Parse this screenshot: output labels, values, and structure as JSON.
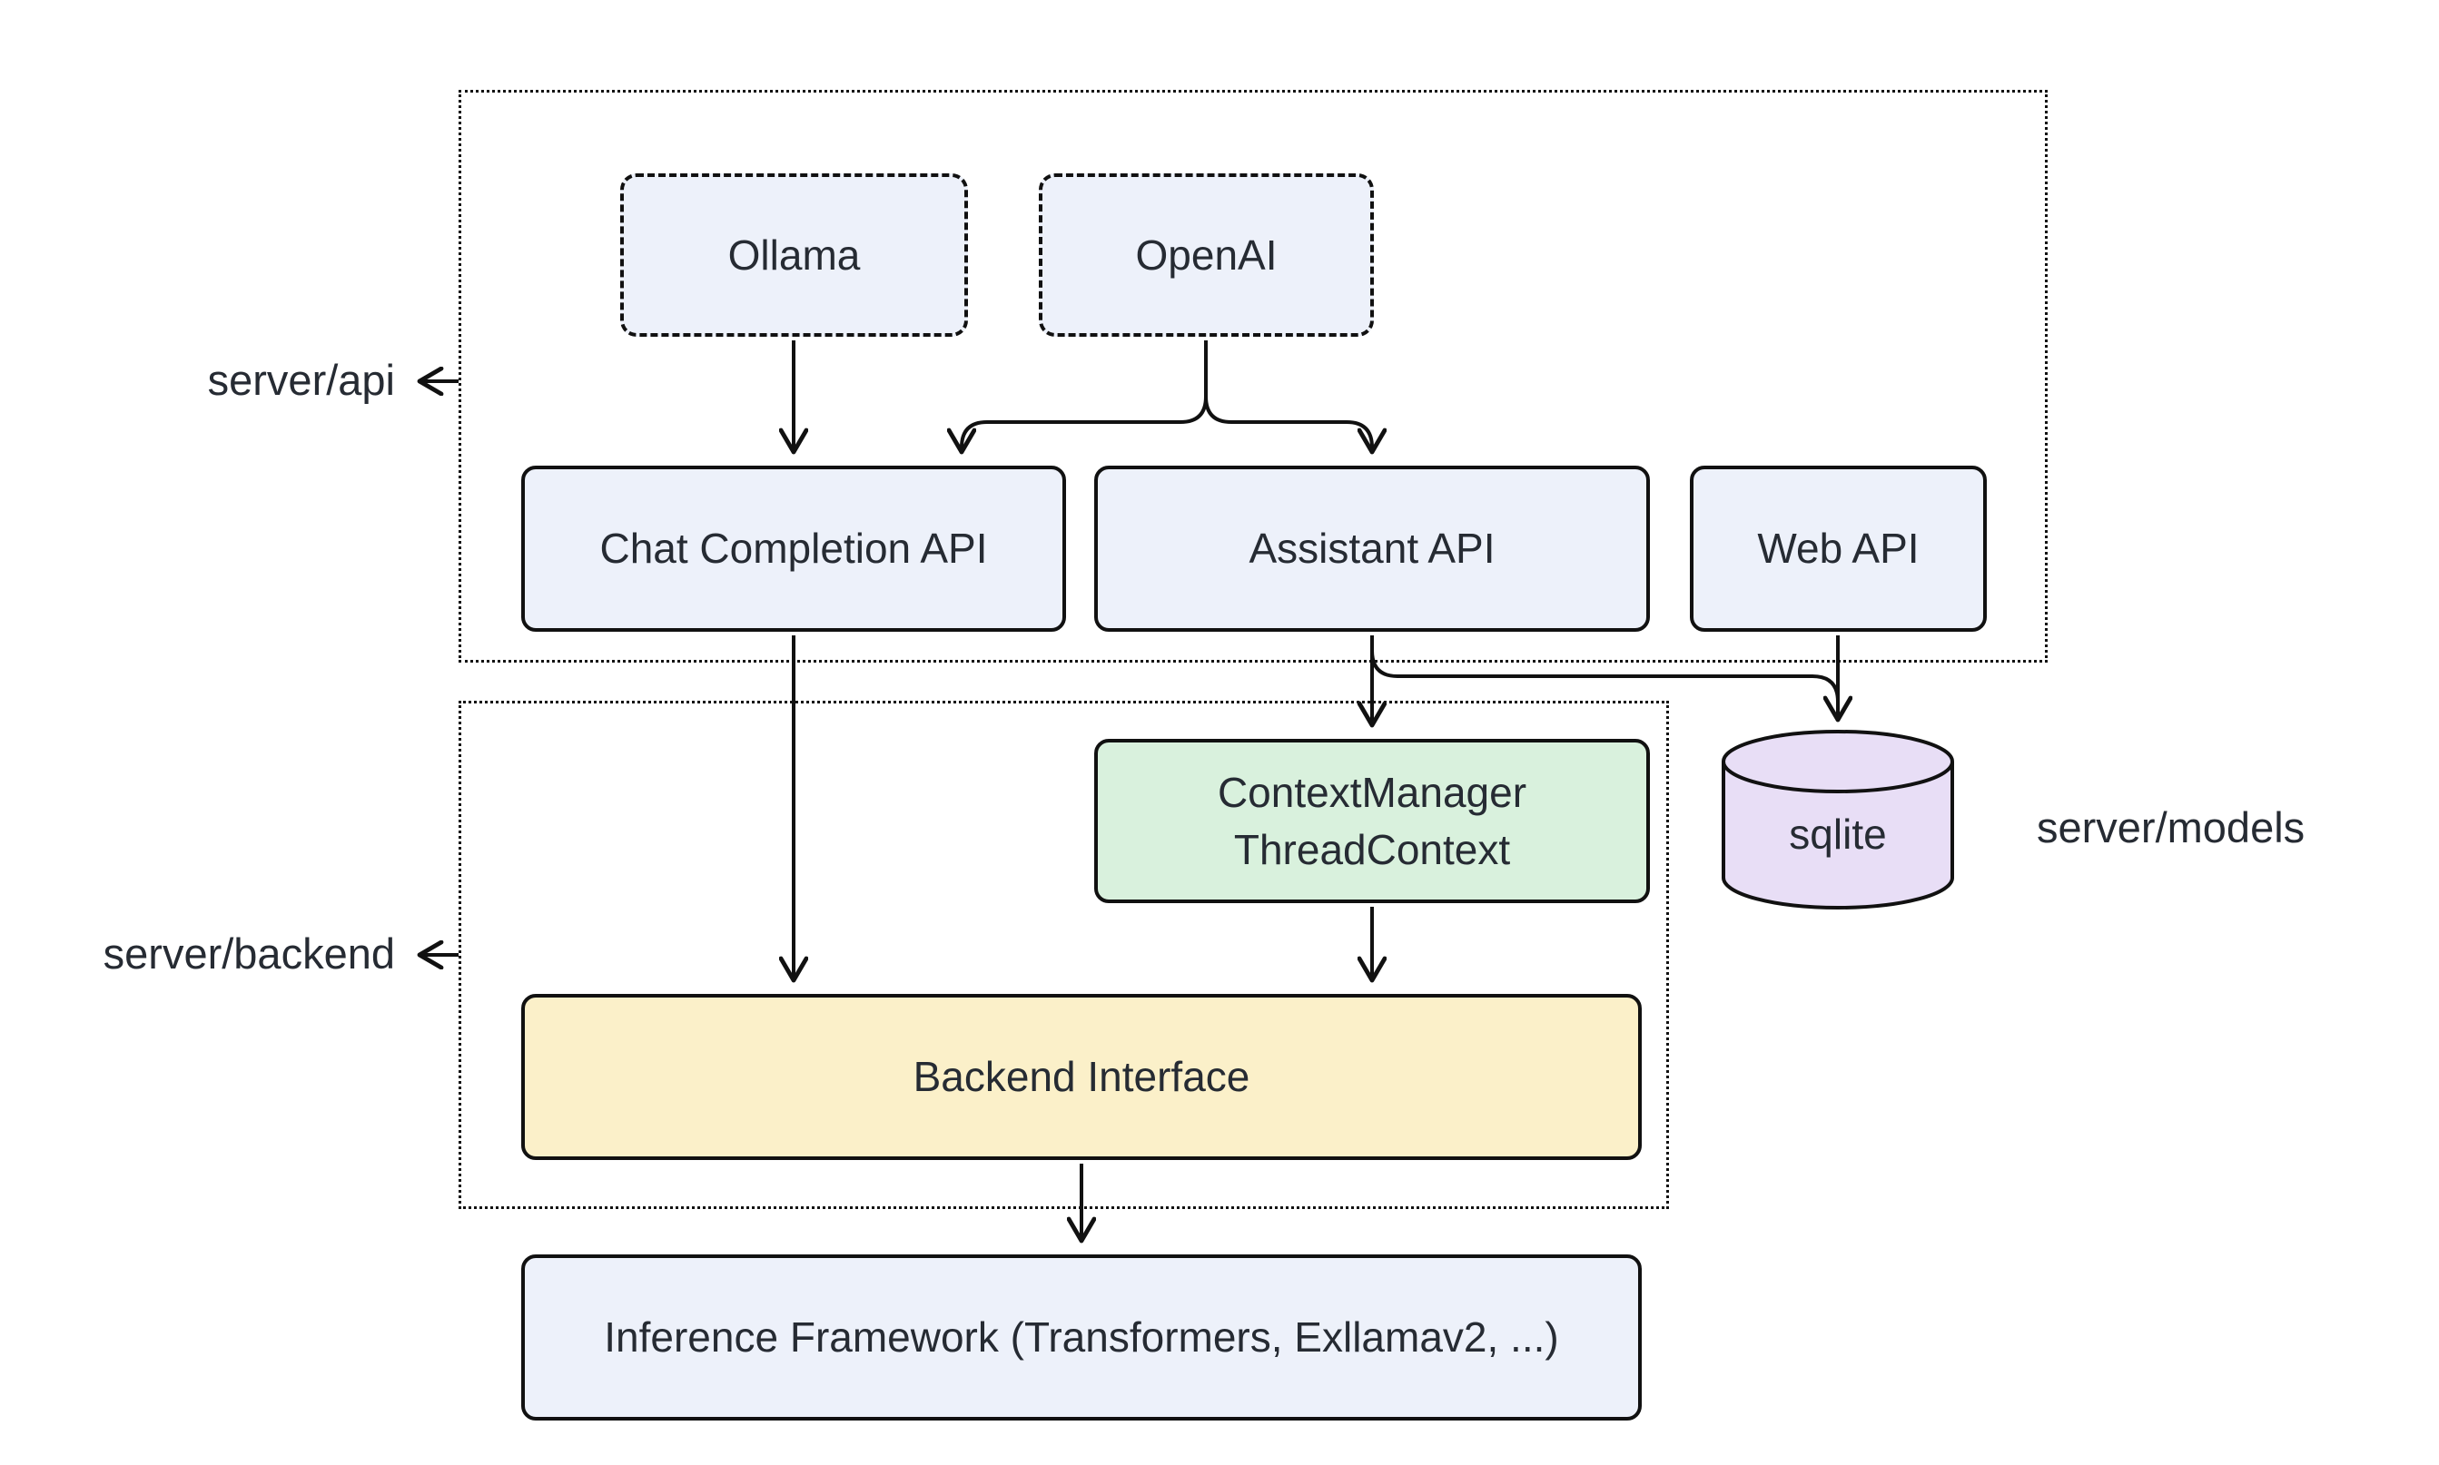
{
  "diagram_type": "architecture",
  "regions": {
    "server_api": {
      "label": "server/api"
    },
    "server_backend": {
      "label": "server/backend"
    },
    "server_models": {
      "label": "server/models"
    }
  },
  "nodes": {
    "ollama": {
      "label": "Ollama"
    },
    "openai": {
      "label": "OpenAI"
    },
    "chat_completion_api": {
      "label": "Chat Completion API"
    },
    "assistant_api": {
      "label": "Assistant API"
    },
    "web_api": {
      "label": "Web API"
    },
    "context_manager": {
      "line1": "ContextManager",
      "line2": "ThreadContext"
    },
    "sqlite": {
      "label": "sqlite"
    },
    "backend_interface": {
      "label": "Backend Interface"
    },
    "inference_framework": {
      "label": "Inference Framework (Transformers, Exllamav2, ...)"
    }
  },
  "edges": [
    {
      "from": "Ollama",
      "to": "Chat Completion API"
    },
    {
      "from": "OpenAI",
      "to": "Chat Completion API"
    },
    {
      "from": "OpenAI",
      "to": "Assistant API"
    },
    {
      "from": "Chat Completion API",
      "to": "Backend Interface"
    },
    {
      "from": "Assistant API",
      "to": "ContextManager ThreadContext"
    },
    {
      "from": "Assistant API",
      "to": "sqlite"
    },
    {
      "from": "Web API",
      "to": "sqlite"
    },
    {
      "from": "ContextManager ThreadContext",
      "to": "Backend Interface"
    },
    {
      "from": "Backend Interface",
      "to": "Inference Framework (Transformers, Exllamav2, ...)"
    }
  ],
  "colors": {
    "background": "#ffffff",
    "border": "#111111",
    "text": "#262b33",
    "node_blue": "#edf1fa",
    "node_green": "#d9f1dd",
    "node_yellow": "#fbf0c9",
    "node_purple": "#e8def6"
  }
}
